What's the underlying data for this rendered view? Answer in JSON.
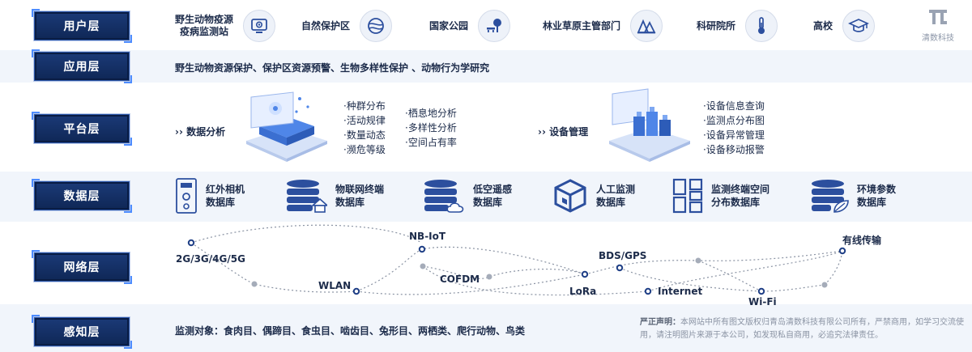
{
  "layers": [
    {
      "name": "用户层"
    },
    {
      "name": "应用层"
    },
    {
      "name": "平台层"
    },
    {
      "name": "数据层"
    },
    {
      "name": "网络层"
    },
    {
      "name": "感知层"
    }
  ],
  "user_layer": {
    "items": [
      {
        "line1": "野生动物疫源",
        "line2": "疫病监测站",
        "icon": "monitor-icon"
      },
      {
        "line1": "自然保护区",
        "line2": "",
        "icon": "globe-icon"
      },
      {
        "line1": "国家公园",
        "line2": "",
        "icon": "park-bench-tree-icon"
      },
      {
        "line1": "林业草原主管部门",
        "line2": "",
        "icon": "mountain-trees-icon"
      },
      {
        "line1": "科研院所",
        "line2": "",
        "icon": "thermometer-icon"
      },
      {
        "line1": "高校",
        "line2": "",
        "icon": "graduation-cap-icon"
      }
    ],
    "logo_text": "清数科技"
  },
  "app_layer": {
    "text": "野生动物资源保护、保护区资源预警、生物多样性保护 、动物行为学研究"
  },
  "platform_layer": {
    "analysis_title": "›› 数据分析",
    "analysis_col1": [
      "·种群分布",
      "·活动规律",
      "·数量动态",
      "·濒危等级"
    ],
    "analysis_col2": [
      "·栖息地分析",
      "·多样性分析",
      "·空间占有率"
    ],
    "device_title": "››  设备管理",
    "device_list": [
      "·设备信息查询",
      "·监测点分布图",
      "·设备异常管理",
      "·设备移动报警"
    ]
  },
  "data_layer": {
    "items": [
      {
        "line1": "红外相机",
        "line2": "数据库",
        "icon": "camera-device-icon"
      },
      {
        "line1": "物联网终端",
        "line2": "数据库",
        "icon": "database-home-icon"
      },
      {
        "line1": "低空遥感",
        "line2": "数据库",
        "icon": "database-cloud-icon"
      },
      {
        "line1": "人工监测",
        "line2": "数据库",
        "icon": "cube-box-icon"
      },
      {
        "line1": "监测终端空间",
        "line2": "分布数据库",
        "icon": "grid-blocks-icon"
      },
      {
        "line1": "环境参数",
        "line2": "数据库",
        "icon": "database-leaf-icon"
      }
    ]
  },
  "network_layer": {
    "nodes": [
      "2G/3G/4G/5G",
      "WLAN",
      "NB-IoT",
      "COFDM",
      "LoRa",
      "BDS/GPS",
      "Internet",
      "Wi-Fi",
      "有线传输"
    ]
  },
  "perception_layer": {
    "label": "监测对象：",
    "text": "食肉目、偶蹄目、食虫目、啮齿目、兔形目、两栖类、爬行动物、鸟类",
    "notice_title": "严正声明：",
    "notice_text": "本网站中所有图文版权归青岛清数科技有限公司所有，严禁商用，如学习交流使用，请注明图片来源于本公司，如发现私自商用，必追究法律责任。"
  },
  "colors": {
    "tag_bg": "#0f2756",
    "accent": "#2f5db8",
    "icon": "#2c4f9e",
    "band": "#f1f5fb"
  }
}
